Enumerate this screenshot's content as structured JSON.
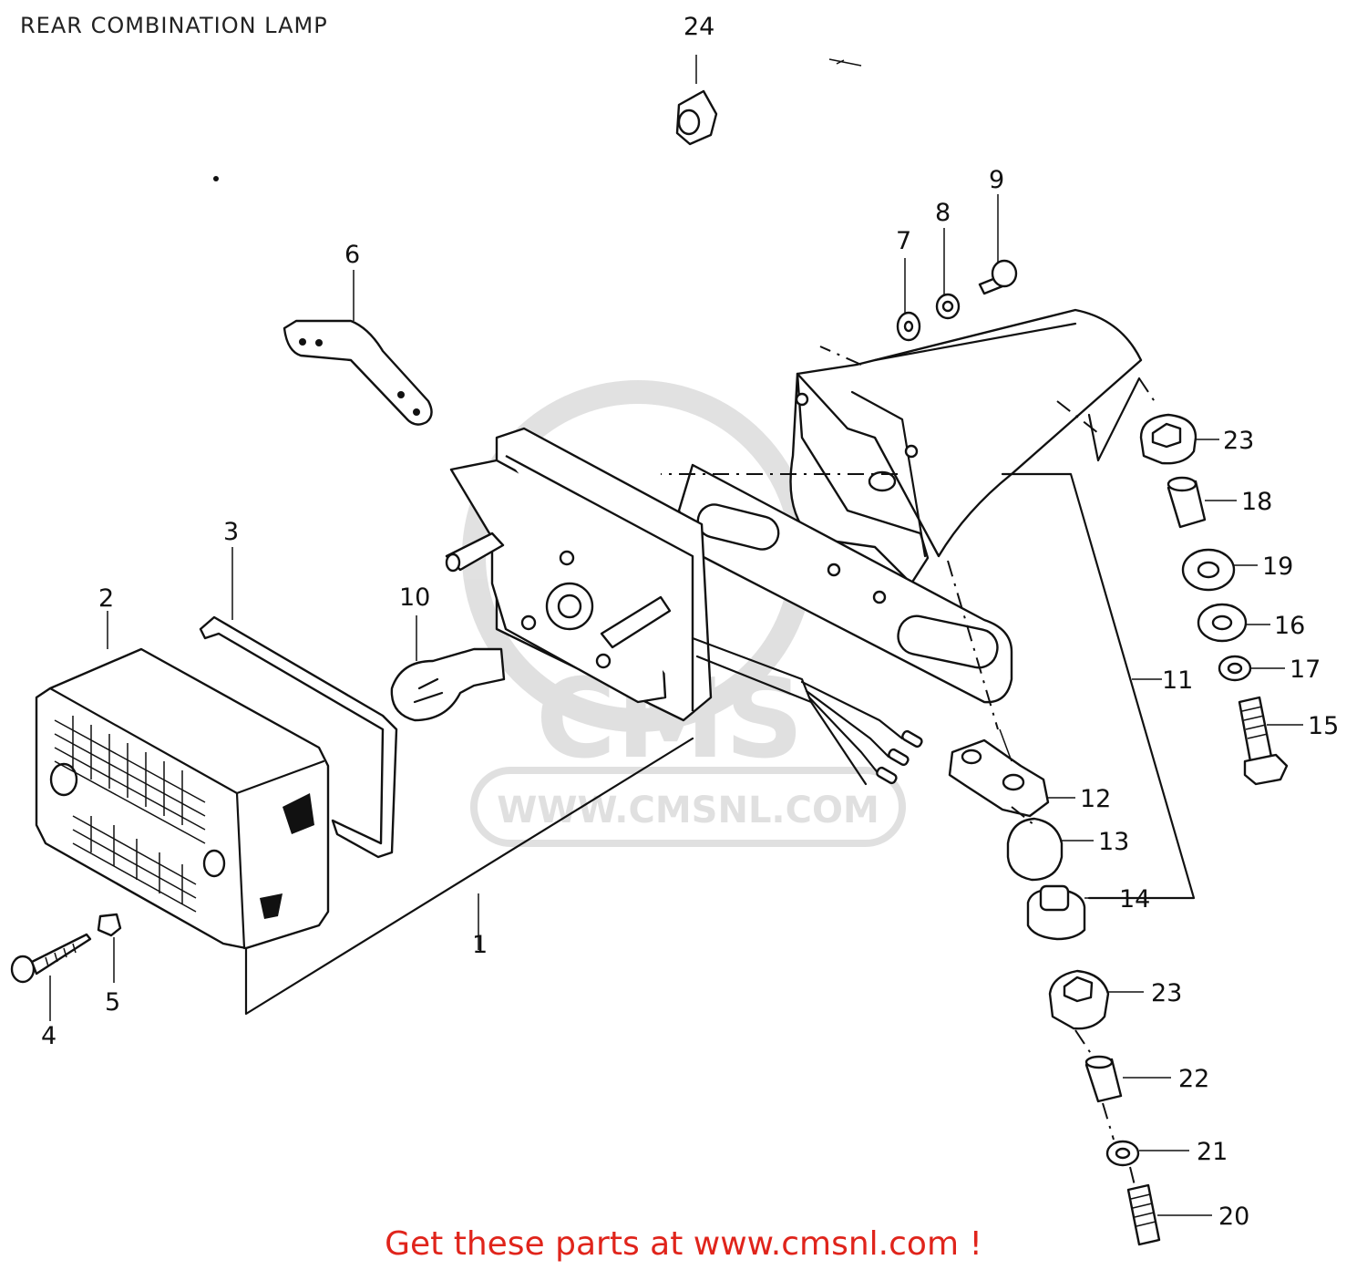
{
  "title": "REAR COMBINATION LAMP",
  "footer": "Get these parts at www.cmsnl.com !",
  "watermark": {
    "logo_text": "CMS",
    "url_text": "WWW.CMSNL.COM",
    "color": "#c8c8c8"
  },
  "callouts": [
    {
      "id": "c1",
      "label": "1"
    },
    {
      "id": "c2",
      "label": "2"
    },
    {
      "id": "c3",
      "label": "3"
    },
    {
      "id": "c4",
      "label": "4"
    },
    {
      "id": "c5",
      "label": "5"
    },
    {
      "id": "c6",
      "label": "6"
    },
    {
      "id": "c7",
      "label": "7"
    },
    {
      "id": "c8",
      "label": "8"
    },
    {
      "id": "c9",
      "label": "9"
    },
    {
      "id": "c10",
      "label": "10"
    },
    {
      "id": "c11",
      "label": "11"
    },
    {
      "id": "c12",
      "label": "12"
    },
    {
      "id": "c13",
      "label": "13"
    },
    {
      "id": "c14",
      "label": "14"
    },
    {
      "id": "c15",
      "label": "15"
    },
    {
      "id": "c16",
      "label": "16"
    },
    {
      "id": "c17",
      "label": "17"
    },
    {
      "id": "c18",
      "label": "18"
    },
    {
      "id": "c19",
      "label": "19"
    },
    {
      "id": "c20",
      "label": "20"
    },
    {
      "id": "c21",
      "label": "21"
    },
    {
      "id": "c22",
      "label": "22"
    },
    {
      "id": "c23a",
      "label": "23"
    },
    {
      "id": "c23b",
      "label": "23"
    },
    {
      "id": "c24",
      "label": "24"
    }
  ],
  "colors": {
    "footer": "#e0241b",
    "line": "#111111"
  }
}
